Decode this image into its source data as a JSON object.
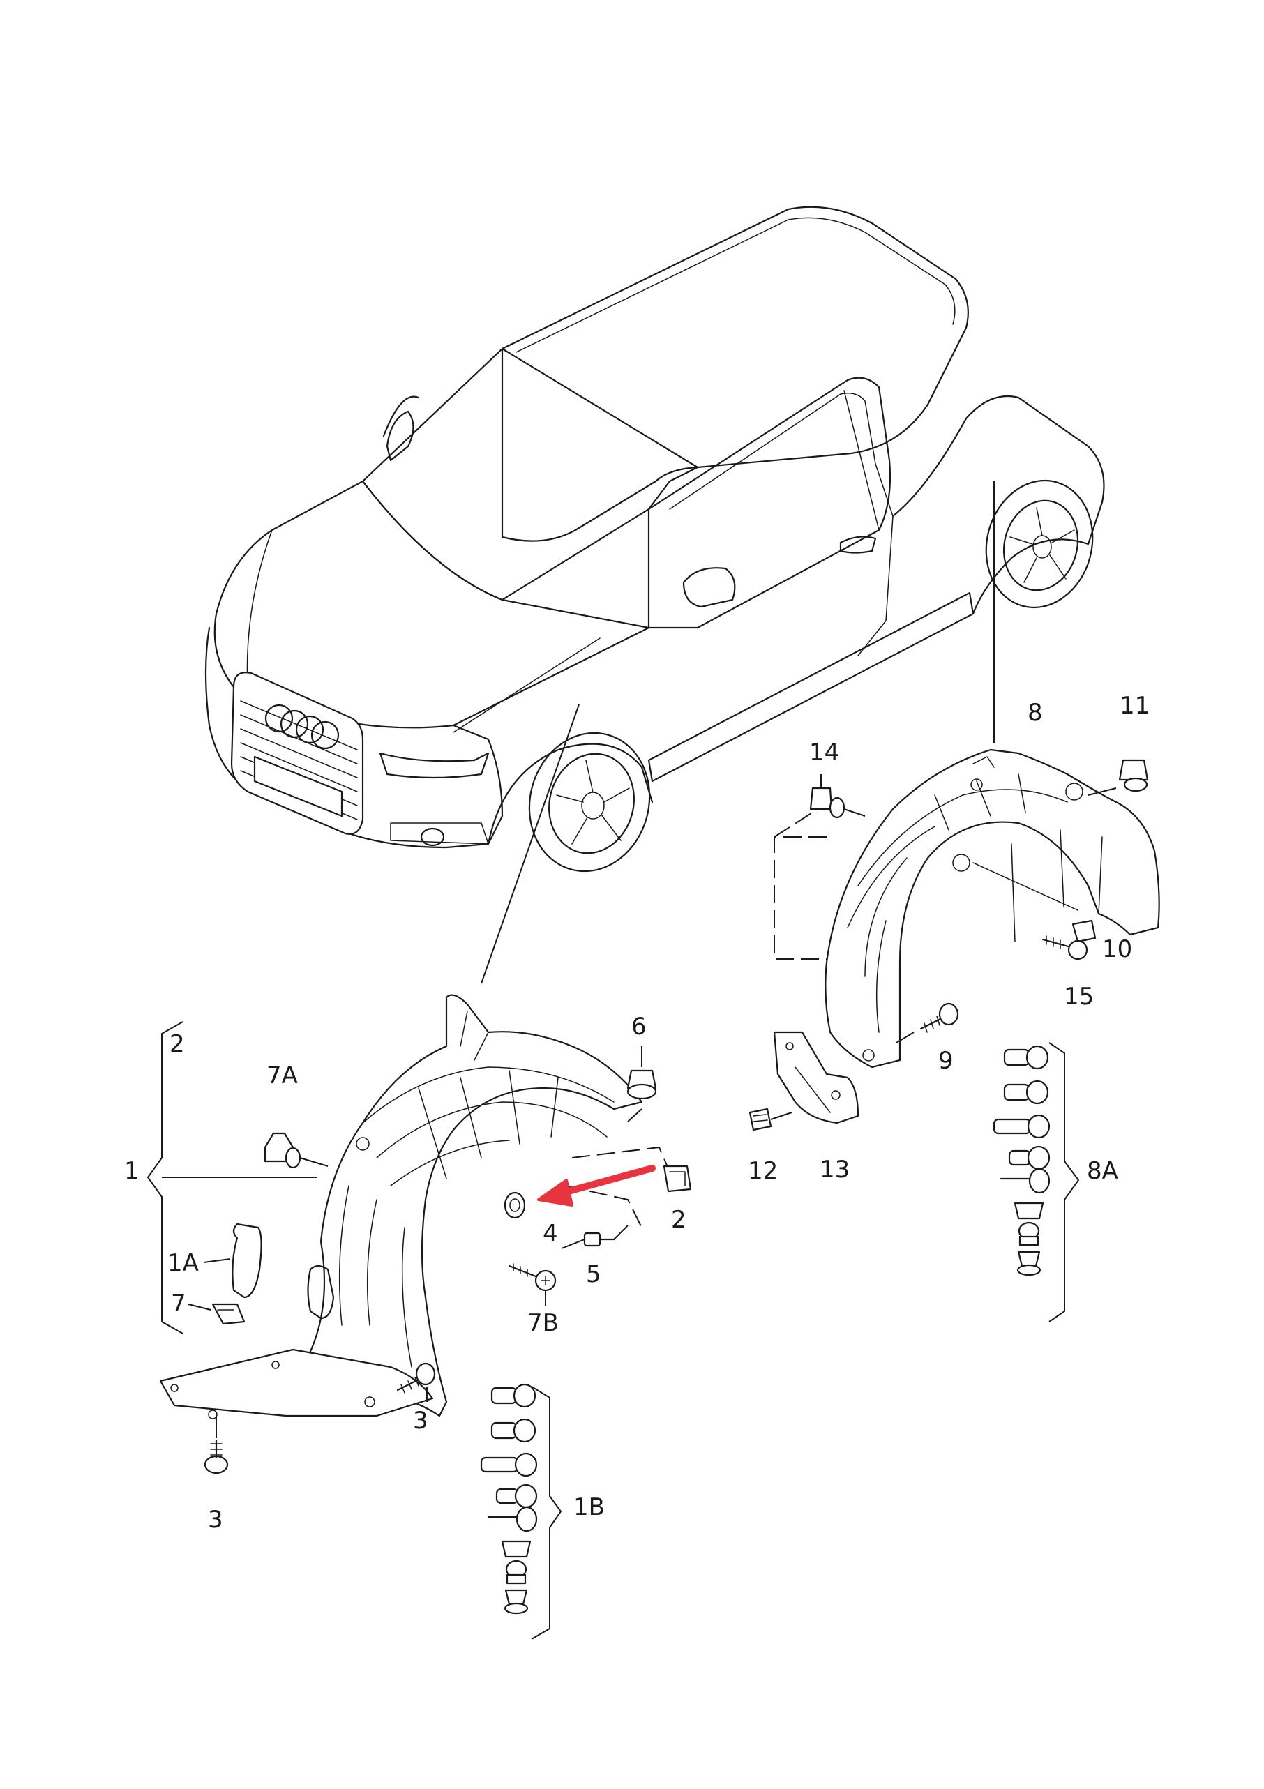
{
  "colors": {
    "line": "#1a1a1a",
    "background": "#ffffff",
    "arrow": "#e8343f"
  },
  "callouts": {
    "c1": "1",
    "c1A": "1A",
    "c1B": "1B",
    "c2_bracket": "2",
    "c2": "2",
    "c3a": "3",
    "c3b": "3",
    "c4": "4",
    "c5": "5",
    "c6": "6",
    "c7": "7",
    "c7A": "7A",
    "c7B": "7B",
    "c8": "8",
    "c8A": "8A",
    "c9": "9",
    "c10": "10",
    "c11": "11",
    "c12": "12",
    "c13": "13",
    "c14": "14",
    "c15": "15"
  },
  "icons": [
    "audi-rings-logo",
    "red-pointer-arrow"
  ]
}
